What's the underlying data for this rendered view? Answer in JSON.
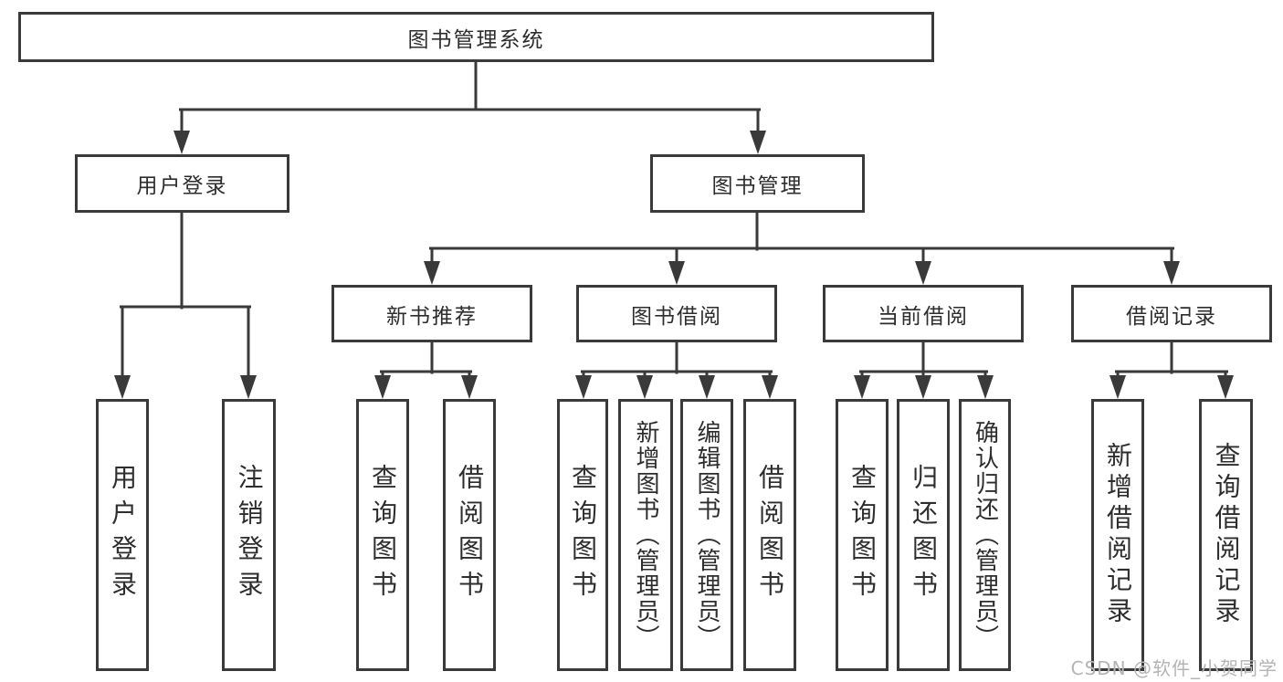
{
  "diagram": {
    "root": "图书管理系统",
    "branches": [
      {
        "label": "用户登录",
        "children": [
          {
            "label": "用户登录"
          },
          {
            "label": "注销登录"
          }
        ]
      },
      {
        "label": "图书管理",
        "children": [
          {
            "label": "新书推荐",
            "children": [
              {
                "label": "查询图书"
              },
              {
                "label": "借阅图书"
              }
            ]
          },
          {
            "label": "图书借阅",
            "children": [
              {
                "label": "查询图书"
              },
              {
                "label": "新增图书（管理员）"
              },
              {
                "label": "编辑图书（管理员）"
              },
              {
                "label": "借阅图书"
              }
            ]
          },
          {
            "label": "当前借阅",
            "children": [
              {
                "label": "查询图书"
              },
              {
                "label": "归还图书"
              },
              {
                "label": "确认归还（管理员）"
              }
            ]
          },
          {
            "label": "借阅记录",
            "children": [
              {
                "label": "新增借阅记录"
              },
              {
                "label": "查询借阅记录"
              }
            ]
          }
        ]
      }
    ],
    "watermark": "CSDN @软件_小贺同学",
    "colors": {
      "line": "#3a3a3a",
      "text": "#2d2d2d",
      "background": "#ffffff",
      "watermark": "#b4b4b4"
    }
  }
}
